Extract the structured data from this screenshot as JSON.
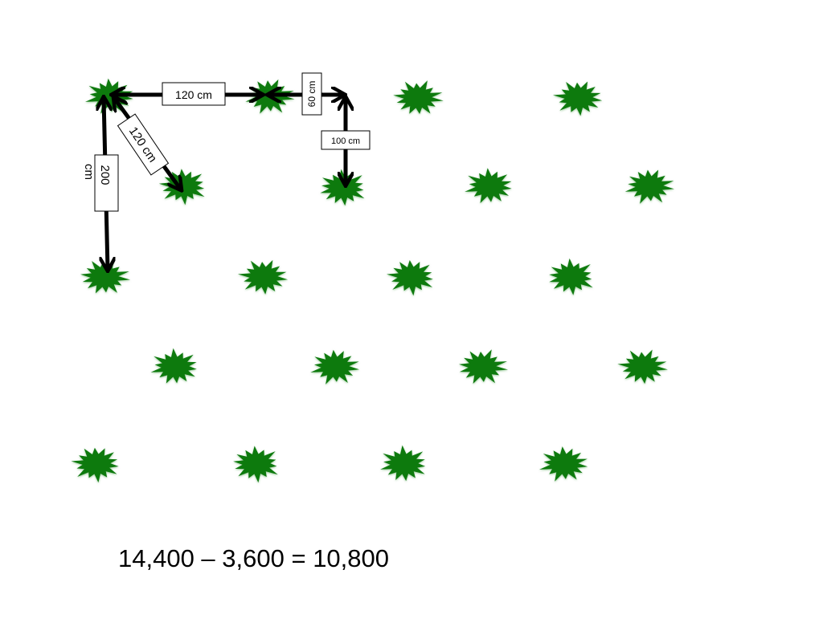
{
  "plant_color": "#0b7a0b",
  "plant_rows": 5,
  "plants_per_row": 4,
  "labels": {
    "top_spacing": "120 cm",
    "diagonal_spacing": "120 cm",
    "vertical_spacing_value": "200",
    "vertical_spacing_unit": "cm",
    "short_spacing": "60 cm",
    "row_offset": "100 cm"
  },
  "equation": "14,400 – 3,600 = 10,800"
}
